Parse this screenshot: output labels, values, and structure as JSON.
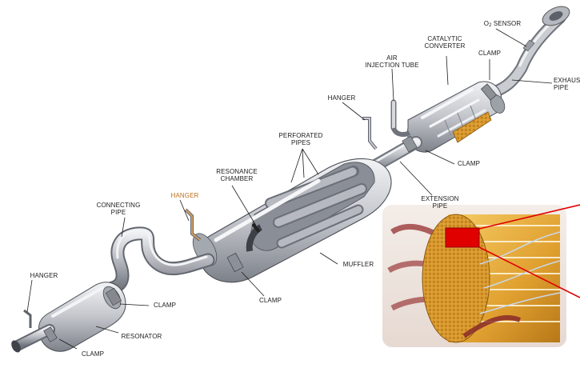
{
  "labels": {
    "o2_sensor": "O2 SENSOR",
    "catalytic_converter": "CATALYTIC\nCONVERTER",
    "clamp_top": "CLAMP",
    "exhaust_pipe": "EXHAUST\nPIPE",
    "air_injection_tube": "AIR\nINJECTION TUBE",
    "hanger_upper": "HANGER",
    "perforated_pipes": "PERFORATED\nPIPES",
    "clamp_mid_right": "CLAMP",
    "resonance_chamber": "RESONANCE\nCHAMBER",
    "extension_pipe": "EXTENSION\nPIPE",
    "connecting_pipe": "CONNECTING\nPIPE",
    "hanger_middle": "HANGER",
    "muffler": "MUFFLER",
    "hanger_left": "HANGER",
    "clamp_resonator": "CLAMP",
    "clamp_muffler": "CLAMP",
    "resonator": "RESONATOR",
    "clamp_bottom": "CLAMP"
  },
  "colors": {
    "pipe_metal": "#b9bcc2",
    "label_text": "#1c1c1c",
    "hanger_accent": "#c0701c",
    "catalyst_honeycomb": "#e0a030",
    "inset_highlight": "#e00000"
  }
}
